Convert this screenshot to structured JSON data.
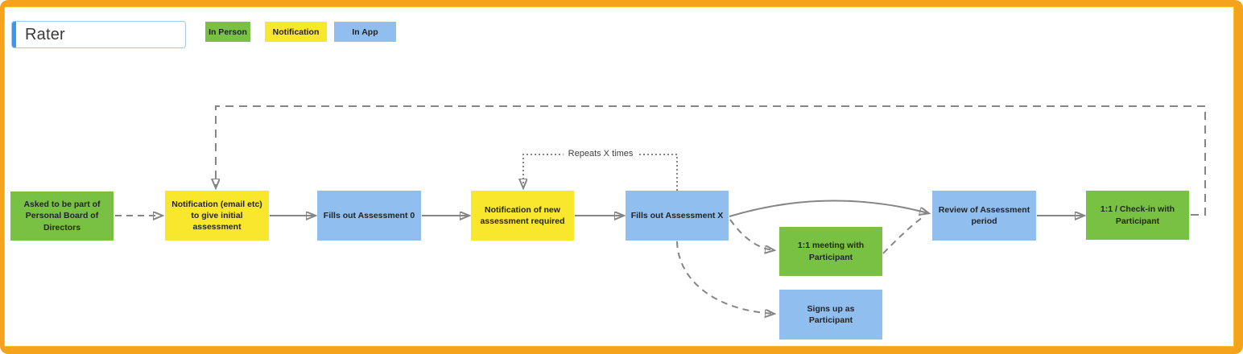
{
  "title": "Rater",
  "legend": {
    "items": [
      {
        "label": "In Person",
        "type": "in-person",
        "color": "#79C143"
      },
      {
        "label": "Notification",
        "type": "notification",
        "color": "#F8E72D"
      },
      {
        "label": "In App",
        "type": "in-app",
        "color": "#90BEEF"
      }
    ]
  },
  "nodes": [
    {
      "label": "Asked to be part of Personal Board of Directors",
      "type": "in-person"
    },
    {
      "label": "Notification (email etc) to give initial assessment",
      "type": "notification"
    },
    {
      "label": "Fills out Assessment 0",
      "type": "in-app"
    },
    {
      "label": "Notification of new assessment required",
      "type": "notification"
    },
    {
      "label": "Fills out Assessment X",
      "type": "in-app"
    },
    {
      "label": "Review of Assessment period",
      "type": "in-app"
    },
    {
      "label": "1:1 / Check-in with Participant",
      "type": "in-person"
    },
    {
      "label": "1:1 meeting with Participant",
      "type": "in-person"
    },
    {
      "label": "Signs up as Participant",
      "type": "in-app"
    }
  ],
  "annotations": {
    "repeat_label": "Repeats X times"
  },
  "colors": {
    "in_person": "#79C143",
    "notification": "#F8E72D",
    "in_app": "#90BEEF",
    "edge": "#858585",
    "border": "#F5A31D",
    "title_accent": "#3898EC"
  }
}
